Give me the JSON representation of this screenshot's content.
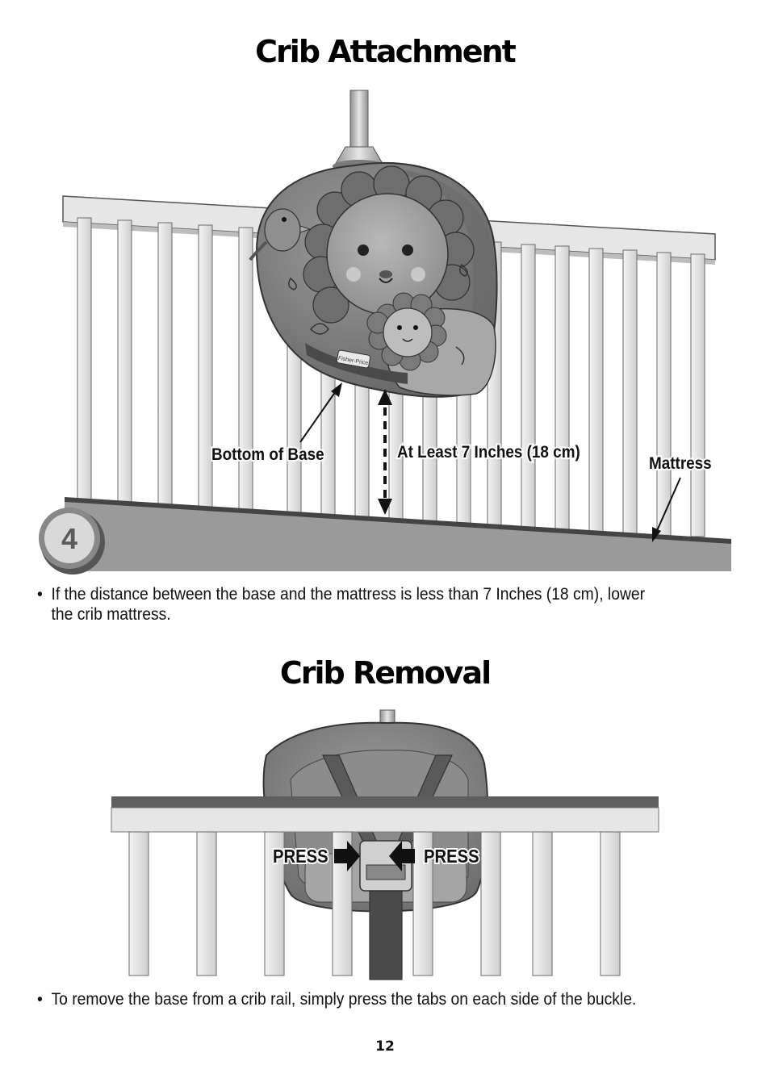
{
  "sections": {
    "attachment": {
      "title": "Crib Attachment",
      "step_number": "4",
      "labels": {
        "bottom_of_base": "Bottom of Base",
        "distance": "At Least 7 Inches (18 cm)",
        "mattress": "Mattress"
      },
      "brand_logo": "Fisher-Price",
      "note": "If the distance between the base and the mattress is less than 7 Inches (18 cm), lower the crib mattress."
    },
    "removal": {
      "title": "Crib Removal",
      "labels": {
        "press_left": "PRESS",
        "press_right": "PRESS"
      },
      "note": "To remove the base from a crib rail, simply press the tabs on each side of the buckle."
    }
  },
  "bullet_glyph": "•",
  "page_number": "12",
  "colors": {
    "ink": "#111111",
    "rail": "#e3e3e3",
    "mattress": "#9a9a9a",
    "base_body": "#8a8a8a"
  }
}
